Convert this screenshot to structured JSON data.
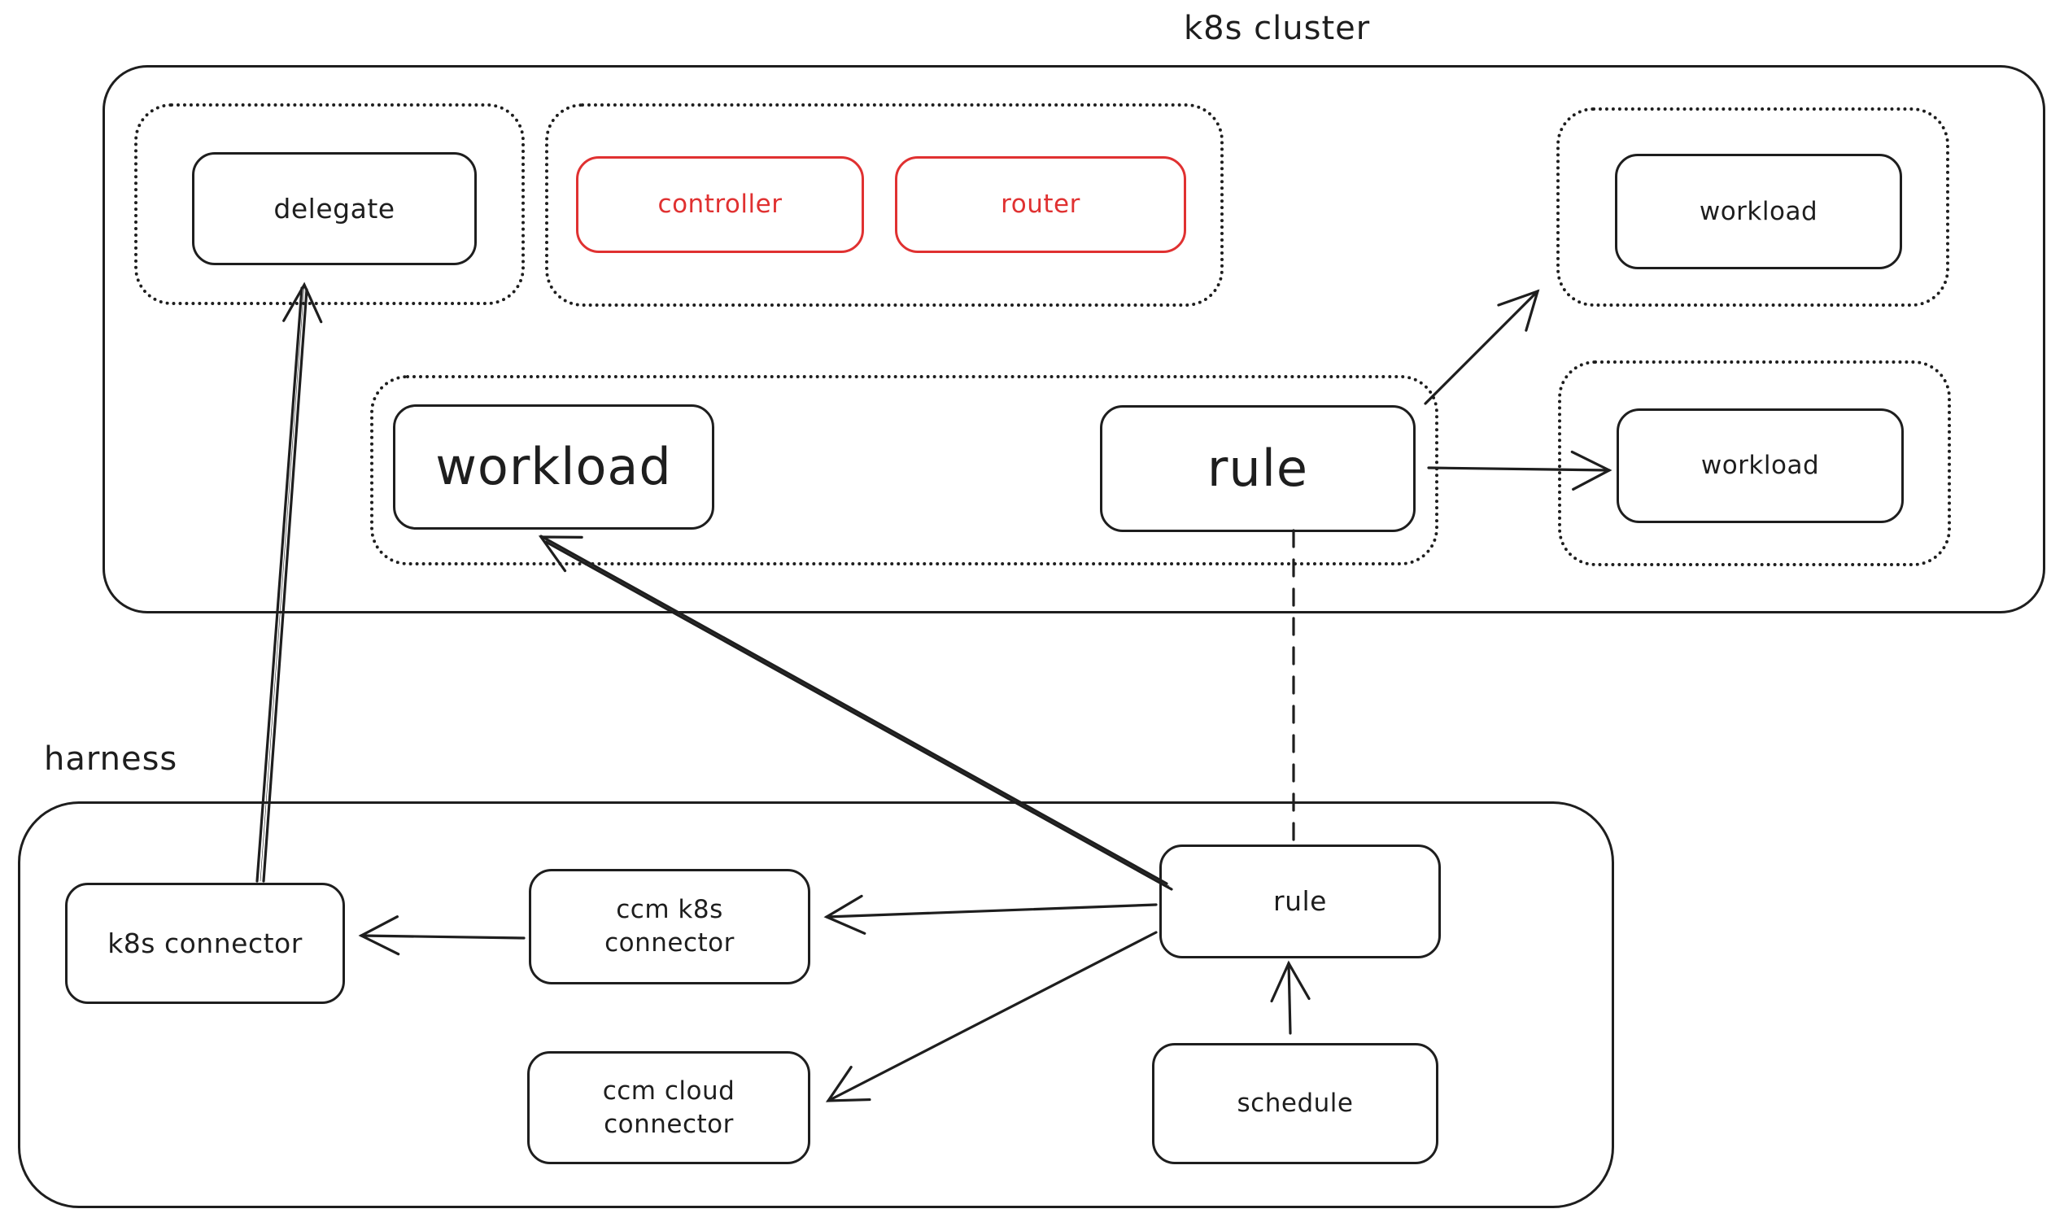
{
  "diagram": {
    "clusters": {
      "k8s": {
        "label": "k8s cluster"
      },
      "harness": {
        "label": "harness"
      }
    },
    "nodes": {
      "delegate": {
        "label": "delegate"
      },
      "controller": {
        "label": "controller"
      },
      "router": {
        "label": "router"
      },
      "workload_mid": {
        "label": "workload"
      },
      "rule_mid": {
        "label": "rule"
      },
      "workload_top_right": {
        "label": "workload"
      },
      "workload_right": {
        "label": "workload"
      },
      "k8s_connector": {
        "label": "k8s connector"
      },
      "ccm_k8s_connector": {
        "label": "ccm k8s\nconnector"
      },
      "ccm_cloud_connector": {
        "label": "ccm cloud\nconnector"
      },
      "rule_harness": {
        "label": "rule"
      },
      "schedule": {
        "label": "schedule"
      }
    },
    "edges": [
      {
        "from": "k8s_connector",
        "to": "delegate",
        "style": "solid",
        "arrow": true
      },
      {
        "from": "rule_harness",
        "to": "workload_mid",
        "style": "solid-double",
        "arrow": true
      },
      {
        "from": "rule_mid",
        "to": "workload_top_right",
        "style": "solid",
        "arrow": true
      },
      {
        "from": "rule_mid",
        "to": "workload_right",
        "style": "solid",
        "arrow": true
      },
      {
        "from": "rule_mid",
        "to": "rule_harness",
        "style": "dashed",
        "arrow": false
      },
      {
        "from": "rule_harness",
        "to": "ccm_k8s_connector",
        "style": "solid",
        "arrow": true
      },
      {
        "from": "rule_harness",
        "to": "ccm_cloud_connector",
        "style": "solid",
        "arrow": true
      },
      {
        "from": "ccm_k8s_connector",
        "to": "k8s_connector",
        "style": "solid",
        "arrow": true
      },
      {
        "from": "schedule",
        "to": "rule_harness",
        "style": "solid",
        "arrow": true
      }
    ],
    "colors": {
      "stroke": "#1e1e1e",
      "accent": "#e03131",
      "background": "#ffffff"
    }
  }
}
